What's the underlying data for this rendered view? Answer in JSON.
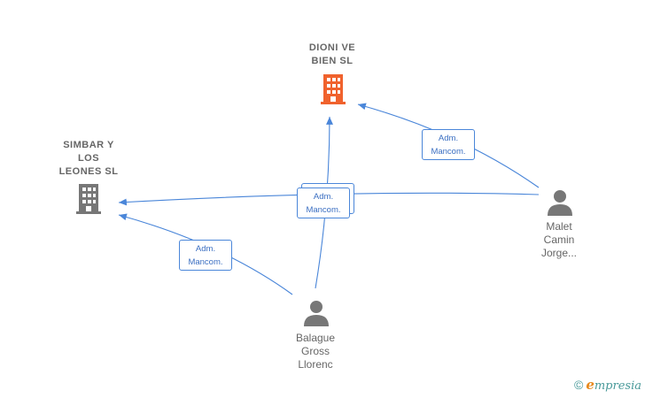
{
  "nodes": {
    "dioni": {
      "line1": "DIONI VE",
      "line2": "BIEN  SL",
      "icon_color": "#f0622d"
    },
    "simbar": {
      "line1": "SIMBAR Y",
      "line2": "LOS",
      "line3": "LEONES  SL",
      "icon_color": "#777777"
    },
    "malet": {
      "line1": "Malet",
      "line2": "Camin",
      "line3": "Jorge..."
    },
    "balague": {
      "line1": "Balague",
      "line2": "Gross",
      "line3": "Llorenc"
    }
  },
  "edges": {
    "malet_dioni": {
      "line1": "Adm.",
      "line2": "Mancom."
    },
    "center": {
      "line1": "Adm.",
      "line2": "Mancom."
    },
    "balague_simbar": {
      "line1": "Adm.",
      "line2": "Mancom."
    }
  },
  "colors": {
    "edge": "#4a86d9",
    "person_icon": "#777777"
  },
  "footer": {
    "copyright": "©",
    "brand_first": "e",
    "brand_rest": "mpresia"
  }
}
